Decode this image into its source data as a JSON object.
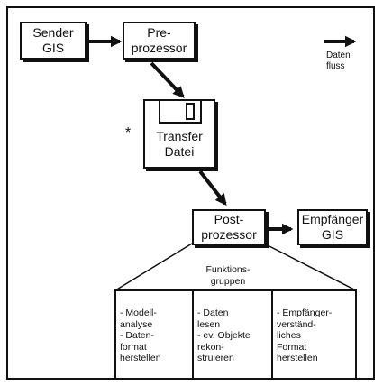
{
  "diagram": {
    "sender": "Sender\nGIS",
    "preprocessor": "Pre-\nprozessor",
    "transfer": "Transfer\nDatei",
    "asterisk": "*",
    "postprocessor": "Post-\nprozessor",
    "empfaenger": "Empfänger\nGIS",
    "legend_label": "Daten\nfluss",
    "funktionsgruppen": "Funktions-\ngruppen",
    "groups": [
      {
        "marker": "square",
        "text": "- Modell-\n  analyse\n- Daten-\n  format\n  herstellen"
      },
      {
        "marker": "diamond",
        "text": "- Daten\n  lesen\n- ev. Objekte\n  rekon-\n  struieren"
      },
      {
        "marker": "none",
        "text": "- Empfänger-\n  verständ-\n  liches\n  Format\n  herstellen"
      }
    ]
  }
}
